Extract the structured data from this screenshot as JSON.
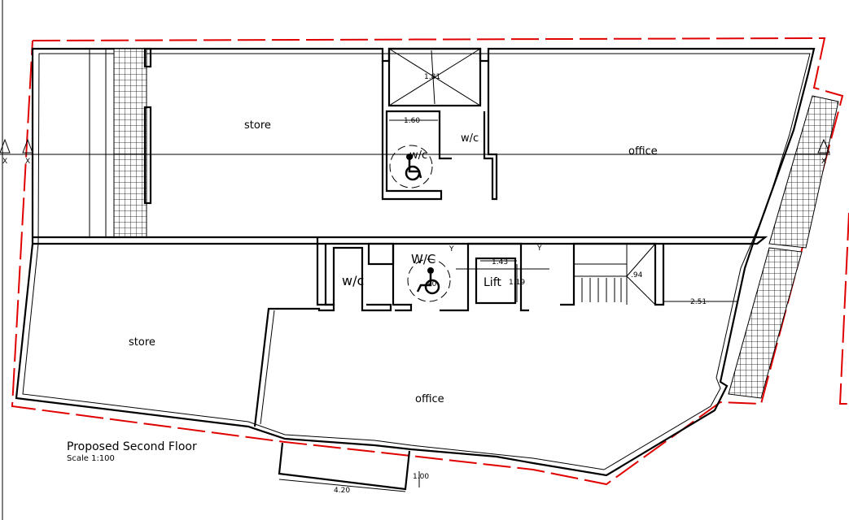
{
  "drawing": {
    "title": "Proposed Second Floor",
    "scale": "Scale 1:100",
    "boundary_color": "#e00000",
    "rooms": {
      "store_top": "store",
      "office_top": "office",
      "store_bottom": "store",
      "office_bottom": "office",
      "wc_top_accessible": "w/c",
      "wc_top": "w/c",
      "wc_bottom_accessible": "W/C",
      "wc_bottom": "w/c",
      "lift": "Lift"
    },
    "dimensions": {
      "shaft": "1.81",
      "wc_width": "1.60",
      "wc_accessible_bottom": ".90",
      "lift_width": "1.43",
      "lift_depth": "1.19",
      "stair_landing": ".94",
      "corridor": "2.51",
      "balcony_width": "4.20",
      "balcony_depth": "1.00"
    },
    "section_markers": {
      "x_left": "X",
      "x_left2": "X",
      "x_right": "X",
      "y_left": "Y",
      "y_right": "Y"
    }
  }
}
